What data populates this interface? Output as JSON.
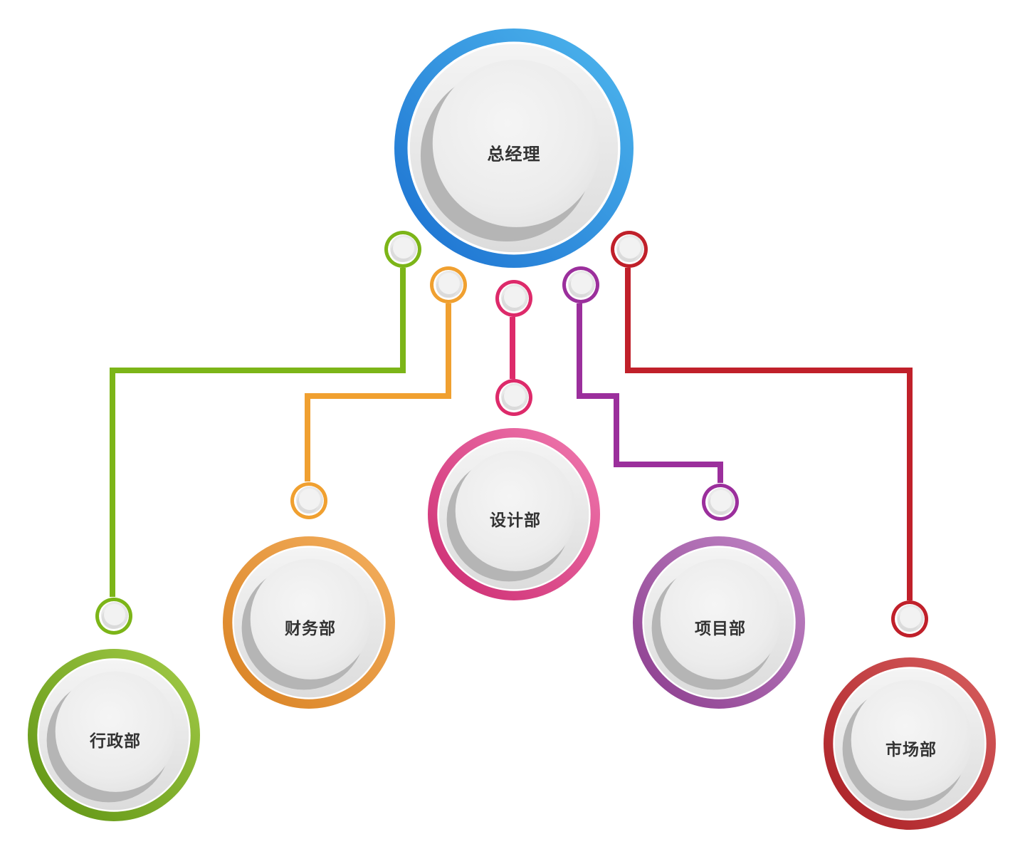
{
  "org_chart": {
    "root": {
      "label": "总经理",
      "color": "#2d8fe0",
      "color_light": "#4fb8ee",
      "color_dark": "#1a6fd0"
    },
    "departments": [
      {
        "key": "admin",
        "label": "行政部",
        "color": "#7cb518",
        "color_light": "#a4cc48",
        "color_dark": "#5d9212"
      },
      {
        "key": "finance",
        "label": "财务部",
        "color": "#f0a030",
        "color_light": "#f4b060",
        "color_dark": "#d88020"
      },
      {
        "key": "design",
        "label": "设计部",
        "color": "#dd2a6a",
        "color_light": "#f07ab0",
        "color_dark": "#cc2a70"
      },
      {
        "key": "project",
        "label": "项目部",
        "color": "#9b2f9c",
        "color_light": "#c38ac8",
        "color_dark": "#8a3a8c"
      },
      {
        "key": "market",
        "label": "市场部",
        "color": "#c0202a",
        "color_light": "#d86060",
        "color_dark": "#a81c22"
      }
    ]
  }
}
